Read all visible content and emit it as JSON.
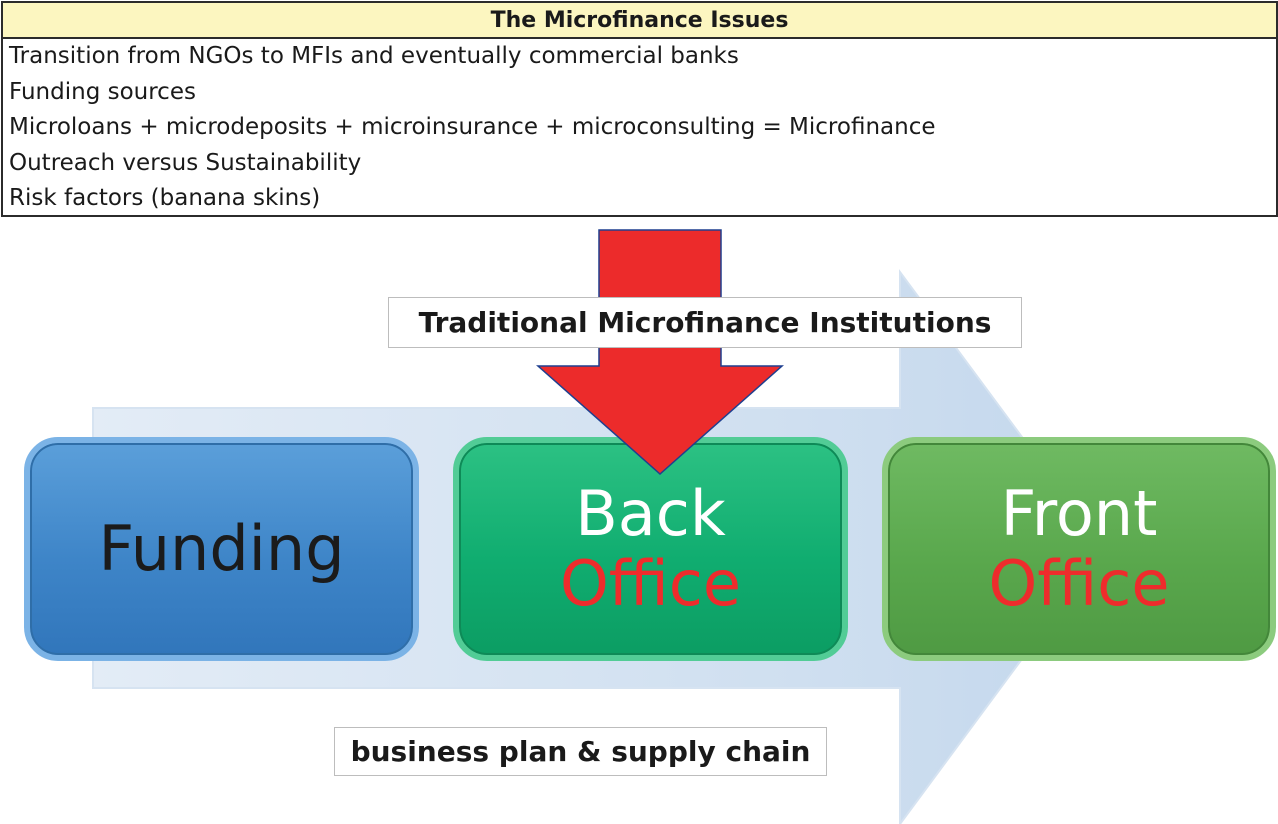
{
  "issues": {
    "header": "The Microfinance Issues",
    "items": [
      "Transition from NGOs to MFIs and eventually commercial banks",
      "Funding sources",
      "Microloans + microdeposits + microinsurance + microconsulting = Microfinance",
      "Outreach versus Sustainability",
      "Risk factors (banana skins)"
    ]
  },
  "diagram": {
    "top_label": "Traditional Microfinance Institutions",
    "bottom_label": "business plan & supply chain",
    "boxes": {
      "funding": {
        "title": "Funding"
      },
      "back_office": {
        "line1": "Back",
        "line2": "Office"
      },
      "front_office": {
        "line1": "Front",
        "line2": "Office"
      }
    },
    "colors": {
      "funding_fill": "#3e85c8",
      "back_office_fill": "#10ad70",
      "front_office_fill": "#5aa84d",
      "office_text": "#ee2c2c",
      "down_arrow": "#ec2b2b",
      "flow_arrow": "#cfdff0",
      "header_fill": "#fcf6c0"
    }
  }
}
